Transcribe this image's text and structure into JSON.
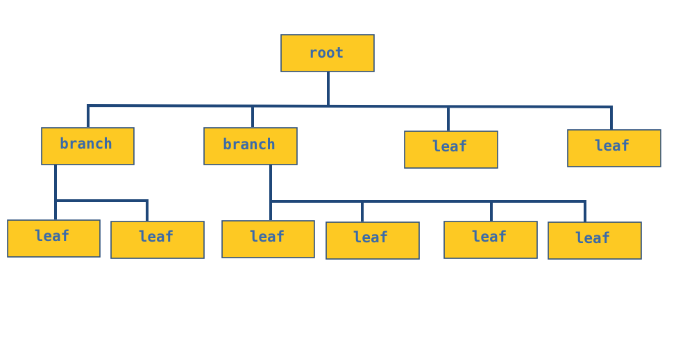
{
  "colors": {
    "node_fill": "#fdc923",
    "node_border": "#2c4f7c",
    "text": "#3a6aa8",
    "connector": "#1f4779",
    "background": "#ffffff"
  },
  "tree": {
    "root": {
      "label": "root"
    },
    "level1": [
      {
        "label": "branch"
      },
      {
        "label": "branch"
      },
      {
        "label": "leaf"
      },
      {
        "label": "leaf"
      }
    ],
    "level2": [
      {
        "label": "leaf"
      },
      {
        "label": "leaf"
      },
      {
        "label": "leaf"
      },
      {
        "label": "leaf"
      },
      {
        "label": "leaf"
      },
      {
        "label": "leaf"
      }
    ]
  }
}
